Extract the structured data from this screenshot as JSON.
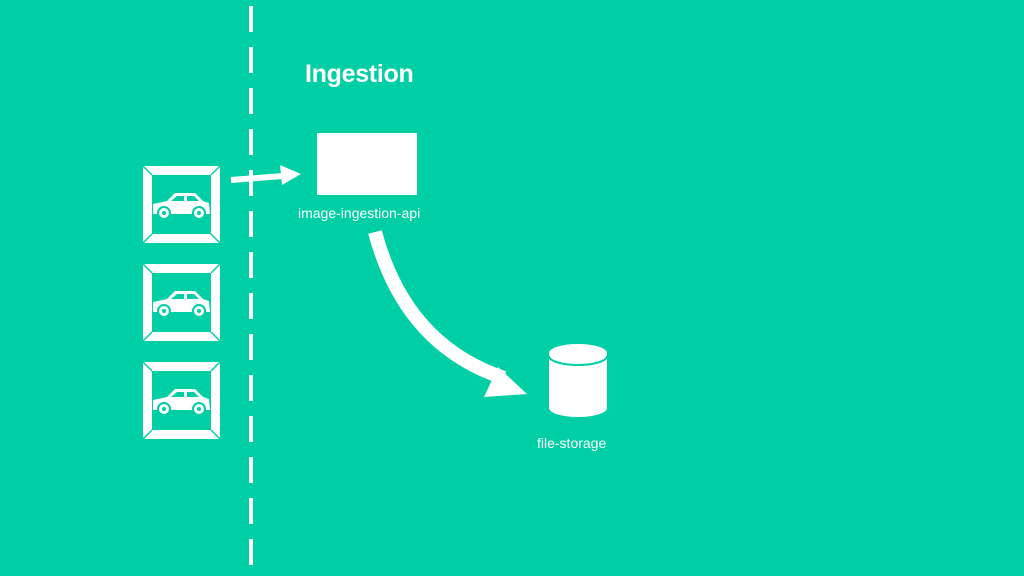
{
  "slide": {
    "title": "Ingestion"
  },
  "nodes": {
    "api": {
      "label": "image-ingestion-api",
      "shape": "rectangle"
    },
    "storage": {
      "label": "file-storage",
      "shape": "cylinder"
    },
    "sources": [
      {
        "icon": "car-photo-icon"
      },
      {
        "icon": "car-photo-icon"
      },
      {
        "icon": "car-photo-icon"
      }
    ]
  },
  "edges": [
    {
      "from": "sources",
      "to": "api"
    },
    {
      "from": "api",
      "to": "storage"
    }
  ],
  "colors": {
    "background": "#00cea5",
    "foreground": "#ffffff"
  }
}
